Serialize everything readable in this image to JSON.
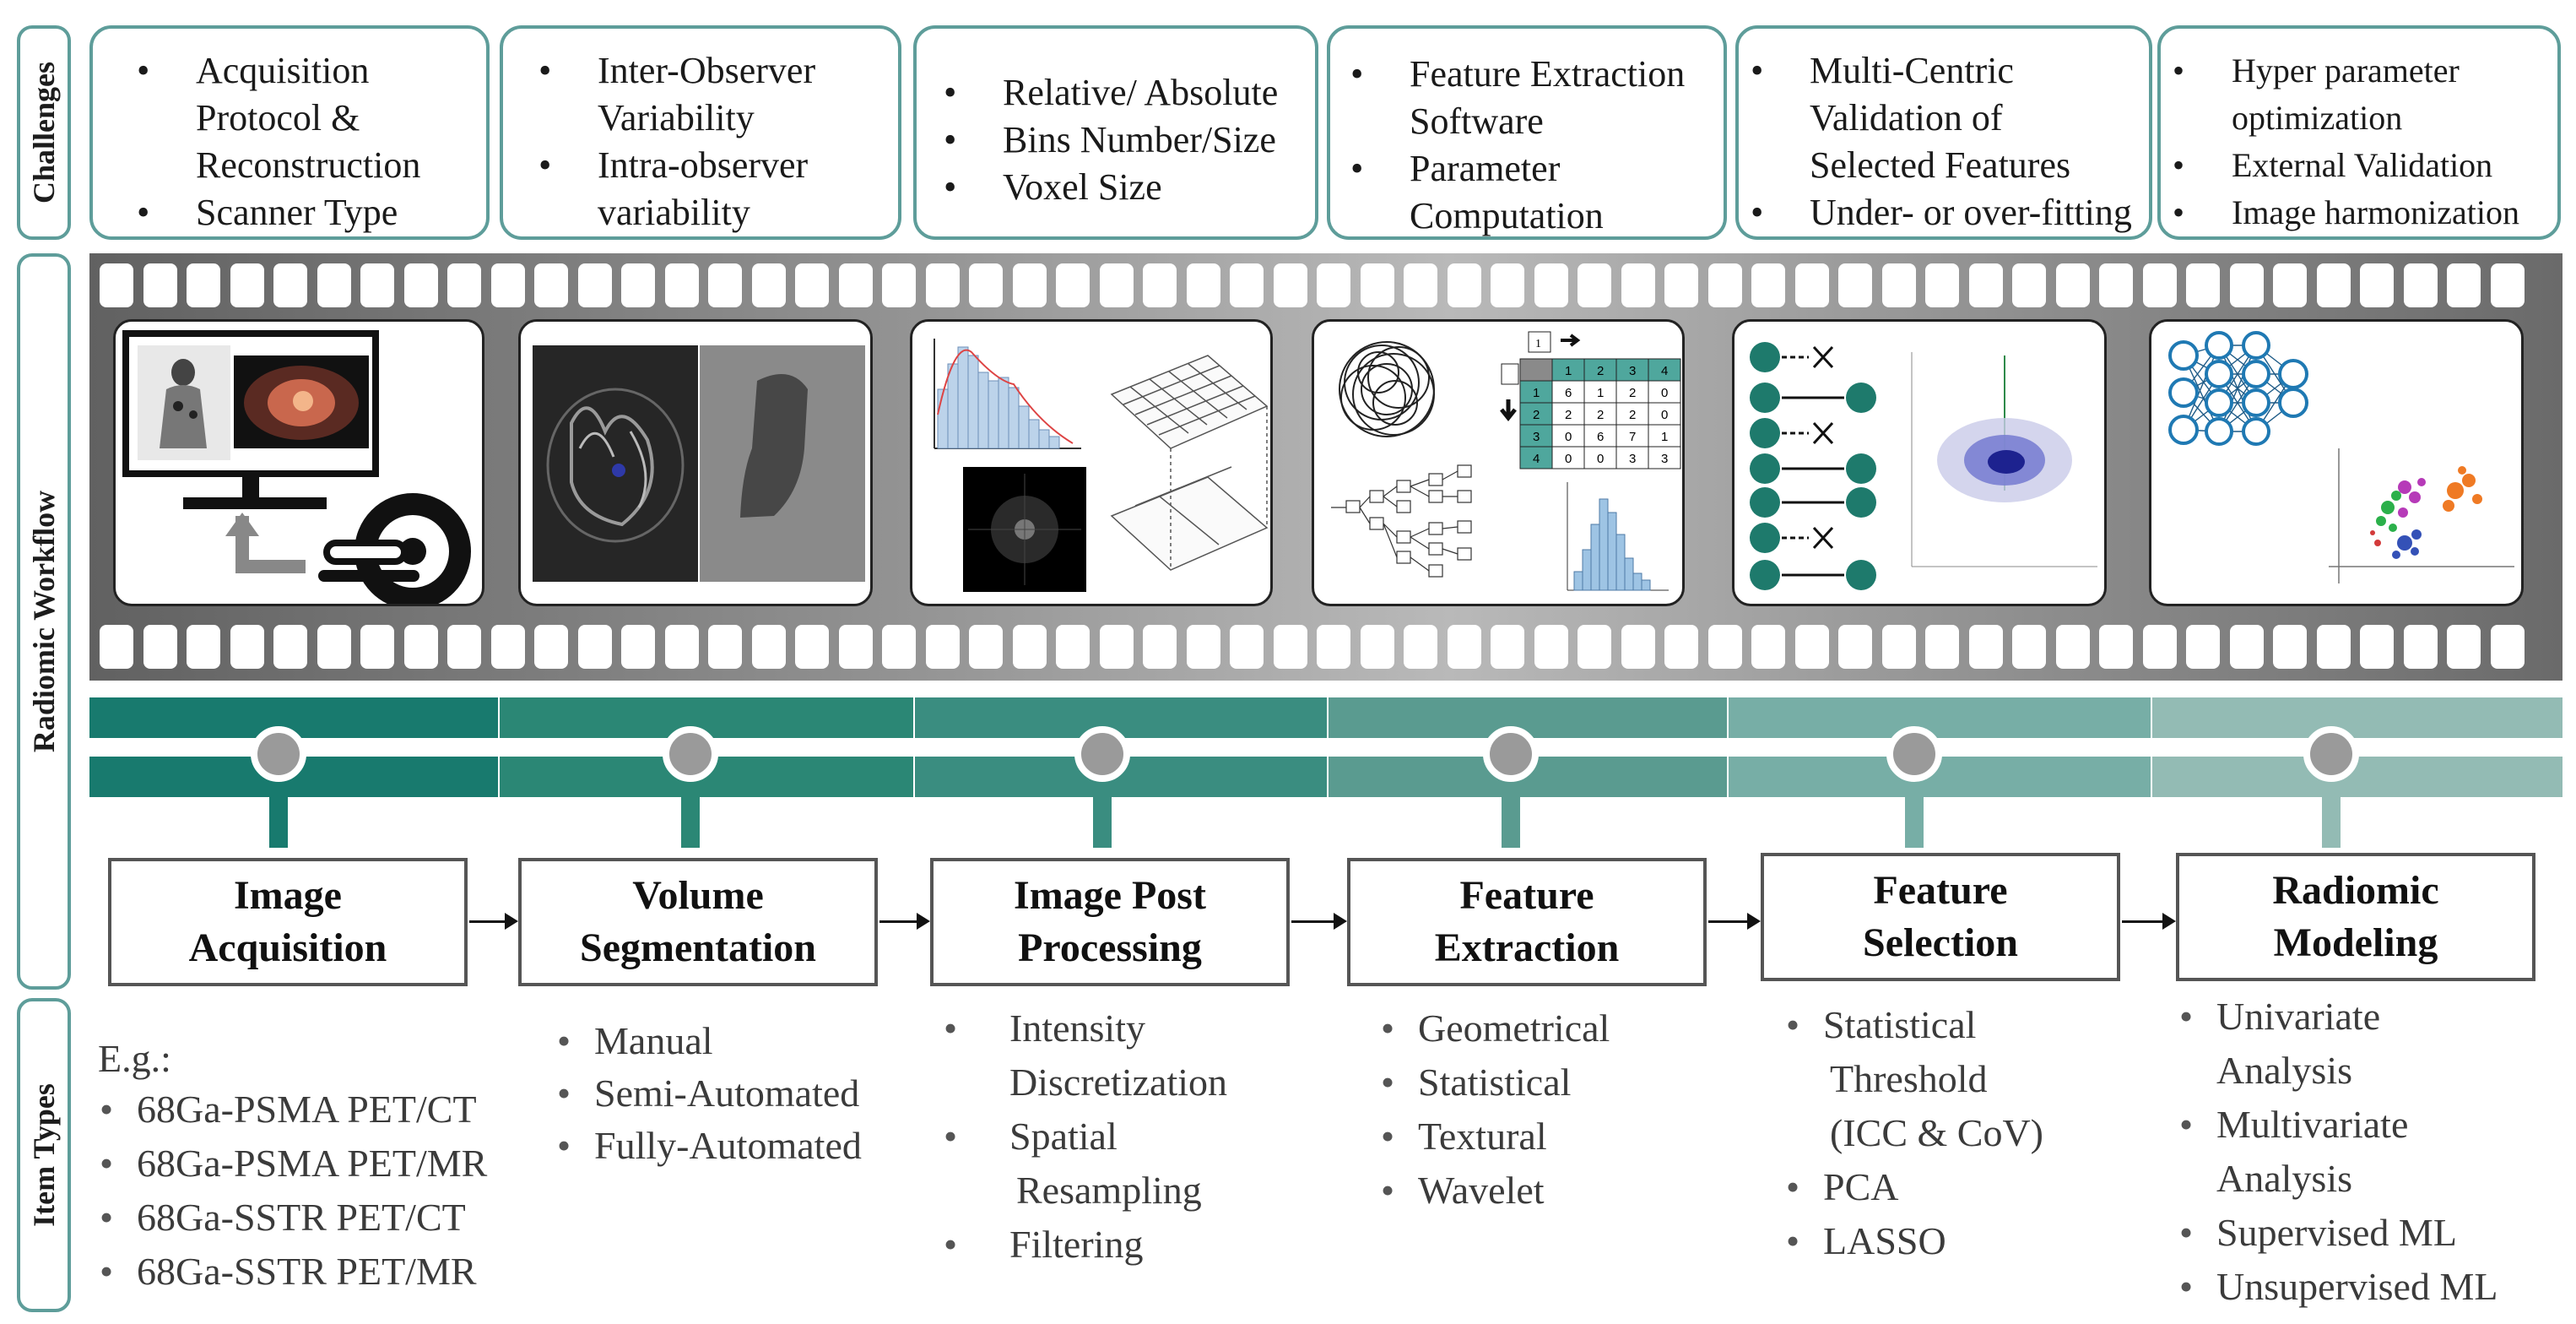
{
  "side_labels": {
    "challenges": "Challenges",
    "workflow": "Radiomic Workflow",
    "item_types": "Item Types"
  },
  "challenges": [
    {
      "lines": [
        {
          "text": "Acquisition",
          "bullet": true
        },
        {
          "text": "Protocol &",
          "bullet": false
        },
        {
          "text": "Reconstruction",
          "bullet": false
        },
        {
          "text": "Scanner Type",
          "bullet": true
        }
      ]
    },
    {
      "lines": [
        {
          "text": "Inter-Observer",
          "bullet": true
        },
        {
          "text": "Variability",
          "bullet": false
        },
        {
          "text": "Intra-observer",
          "bullet": true
        },
        {
          "text": "variability",
          "bullet": false
        }
      ]
    },
    {
      "lines": [
        {
          "text": "Relative/ Absolute",
          "bullet": true
        },
        {
          "text": "Bins Number/Size",
          "bullet": true
        },
        {
          "text": "Voxel Size",
          "bullet": true
        }
      ]
    },
    {
      "lines": [
        {
          "text": "Feature Extraction",
          "bullet": true
        },
        {
          "text": "Software",
          "bullet": false
        },
        {
          "text": "Parameter",
          "bullet": true
        },
        {
          "text": "Computation",
          "bullet": false
        }
      ]
    },
    {
      "lines": [
        {
          "text": "Multi-Centric",
          "bullet": true
        },
        {
          "text": "Validation of",
          "bullet": false
        },
        {
          "text": "Selected Features",
          "bullet": false
        },
        {
          "text": "Under- or over-fitting",
          "bullet": true
        }
      ]
    },
    {
      "lines": [
        {
          "text": "Hyper parameter",
          "bullet": true
        },
        {
          "text": "optimization",
          "bullet": false
        },
        {
          "text": "External Validation",
          "bullet": true
        },
        {
          "text": "Image harmonization",
          "bullet": true
        }
      ]
    }
  ],
  "steps": [
    {
      "line1": "Image",
      "line2": "Acquisition"
    },
    {
      "line1": "Volume",
      "line2": "Segmentation"
    },
    {
      "line1": "Image Post",
      "line2": "Processing"
    },
    {
      "line1": "Feature",
      "line2": "Extraction"
    },
    {
      "line1": "Feature",
      "line2": "Selection"
    },
    {
      "line1": "Radiomic",
      "line2": "Modeling"
    }
  ],
  "item_types": [
    {
      "lines": [
        {
          "text": "E.g.:",
          "bullet": false
        },
        {
          "text": "68Ga-PSMA PET/CT",
          "bullet": true
        },
        {
          "text": "68Ga-PSMA PET/MR",
          "bullet": true
        },
        {
          "text": "68Ga-SSTR PET/CT",
          "bullet": true
        },
        {
          "text": "68Ga-SSTR PET/MR",
          "bullet": true
        }
      ]
    },
    {
      "lines": [
        {
          "text": "Manual",
          "bullet": true
        },
        {
          "text": "Semi-Automated",
          "bullet": true
        },
        {
          "text": "Fully-Automated",
          "bullet": true
        }
      ]
    },
    {
      "lines": [
        {
          "text": "Intensity",
          "bullet": true
        },
        {
          "text": "Discretization",
          "bullet": false
        },
        {
          "text": "Spatial",
          "bullet": true
        },
        {
          "text": "Resampling",
          "bullet": false
        },
        {
          "text": "Filtering",
          "bullet": true
        }
      ]
    },
    {
      "lines": [
        {
          "text": "Geometrical",
          "bullet": true
        },
        {
          "text": "Statistical",
          "bullet": true
        },
        {
          "text": "Textural",
          "bullet": true
        },
        {
          "text": "Wavelet",
          "bullet": true
        }
      ]
    },
    {
      "lines": [
        {
          "text": "Statistical",
          "bullet": true
        },
        {
          "text": "Threshold",
          "bullet": false
        },
        {
          "text": "(ICC & CoV)",
          "bullet": false
        },
        {
          "text": "PCA",
          "bullet": true
        },
        {
          "text": "LASSO",
          "bullet": true
        }
      ]
    },
    {
      "lines": [
        {
          "text": "Univariate",
          "bullet": true
        },
        {
          "text": "Analysis",
          "bullet": false
        },
        {
          "text": "Multivariate",
          "bullet": true
        },
        {
          "text": "Analysis",
          "bullet": false
        },
        {
          "text": "Supervised ML",
          "bullet": true
        },
        {
          "text": "Unsupervised ML",
          "bullet": true
        }
      ]
    }
  ],
  "matrix_cells": [
    [
      "1",
      "2",
      "3",
      "4"
    ],
    [
      "1",
      "6",
      "1",
      "2",
      "0"
    ],
    [
      "2",
      "2",
      "2",
      "2",
      "0"
    ],
    [
      "3",
      "0",
      "6",
      "7",
      "1"
    ],
    [
      "4",
      "0",
      "0",
      "3",
      "3"
    ]
  ],
  "colors": {
    "teal_1": "#187a6e",
    "teal_2": "#2b8775",
    "teal_3": "#3a8d80",
    "teal_4": "#5a9b90",
    "teal_5": "#77aea6",
    "teal_6": "#93bbb4",
    "border": "#5e9d9a"
  },
  "icons": [
    "pet-ct-monitor-icon",
    "scanner-icon",
    "segmentation-icon",
    "histogram-icon",
    "grid-resampling-icon",
    "texture-blob-icon",
    "feature-matrix-icon",
    "selection-graph-icon",
    "scatter-plot-icon",
    "neural-network-icon",
    "cluster-plot-icon"
  ]
}
